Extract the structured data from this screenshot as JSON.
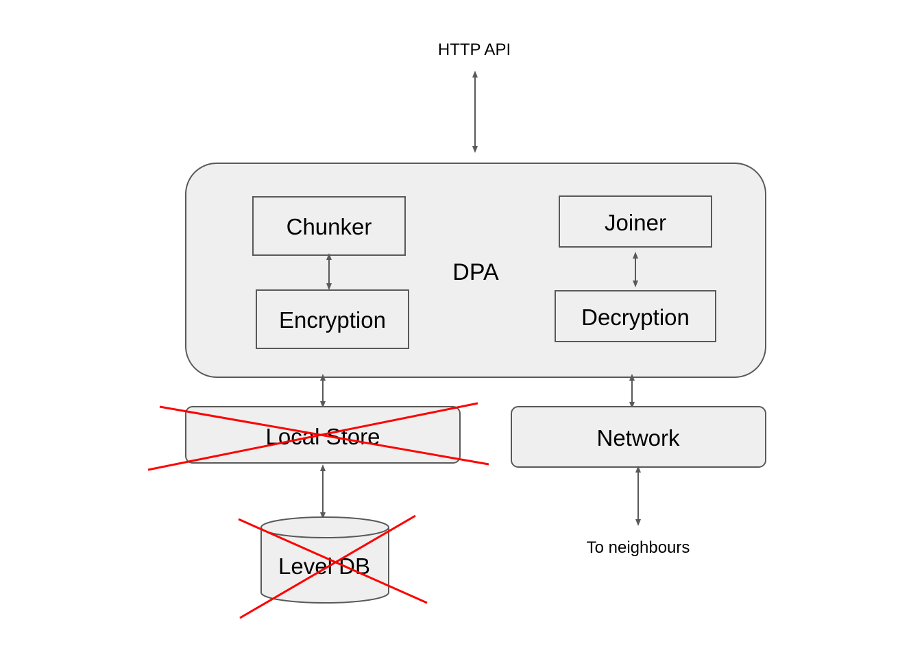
{
  "labels": {
    "http_api": "HTTP API",
    "dpa": "DPA",
    "chunker": "Chunker",
    "encryption": "Encryption",
    "joiner": "Joiner",
    "decryption": "Decryption",
    "local_store": "Local Store",
    "network": "Network",
    "level_db": "Level DB",
    "to_neighbours": "To neighbours"
  },
  "crossed_out": [
    "Local Store",
    "Level DB"
  ],
  "colors": {
    "box_fill": "#efefef",
    "box_stroke": "#595959",
    "arrow": "#595959",
    "cross": "#ff0000",
    "text": "#000000"
  }
}
